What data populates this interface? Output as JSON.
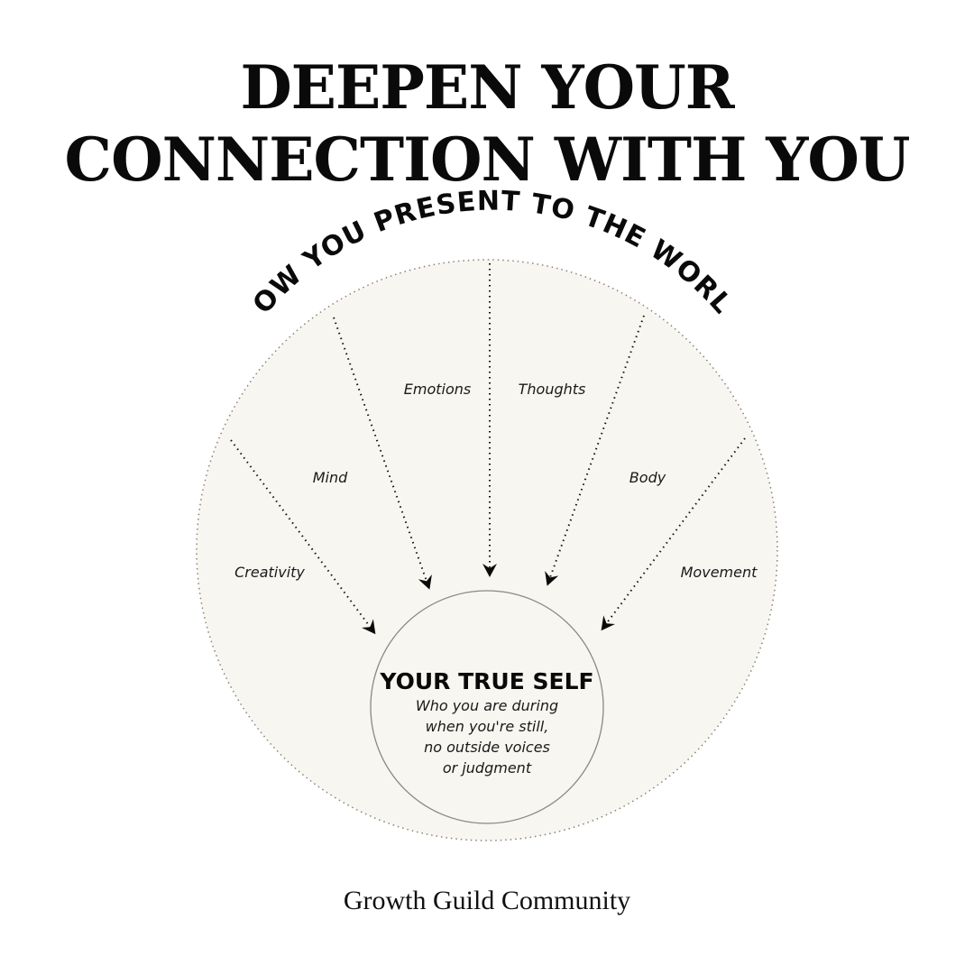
{
  "heading": {
    "line1": "DEEPEN YOUR",
    "line2": "CONNECTION WITH YOU"
  },
  "diagram": {
    "outer_label": "HOW YOU PRESENT TO THE WORLD",
    "facets": [
      {
        "id": "creativity",
        "label": "Creativity"
      },
      {
        "id": "mind",
        "label": "Mind"
      },
      {
        "id": "emotions",
        "label": "Emotions"
      },
      {
        "id": "thoughts",
        "label": "Thoughts"
      },
      {
        "id": "body",
        "label": "Body"
      },
      {
        "id": "movement",
        "label": "Movement"
      }
    ],
    "core": {
      "title": "YOUR TRUE SELF",
      "description": [
        "Who you are during",
        "when you're still,",
        "no outside voices",
        "or judgment"
      ]
    },
    "colors": {
      "outer_fill": "#f8f6f0",
      "outer_stroke": "#8a8079",
      "inner_stroke": "#8c8782",
      "text": "#0a0a0a"
    }
  },
  "footer": {
    "brand": "Growth Guild Community"
  }
}
